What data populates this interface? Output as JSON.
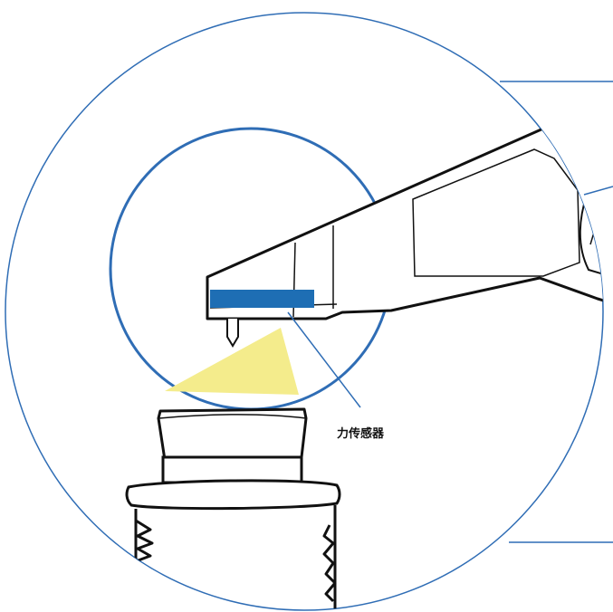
{
  "labels": {
    "force_sensor": "力传感器"
  },
  "colors": {
    "outline_blue": "#2f6db5",
    "sensor_blue": "#1e6eb4",
    "light_yellow": "#f4ec8c",
    "ink": "#111111"
  },
  "icons": {
    "tool": "scanner-probe",
    "target": "threaded-bottle-cap"
  }
}
